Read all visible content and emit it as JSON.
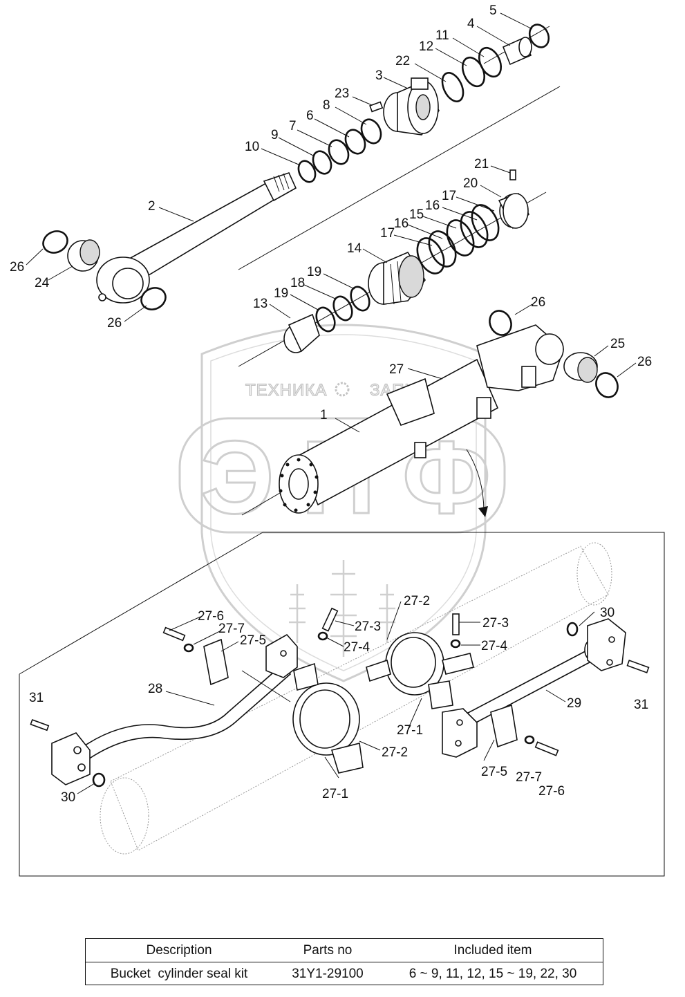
{
  "watermark": {
    "left_word": "ТЕХНИКА",
    "right_word": "ЗАПЧАСТИ",
    "logo_letters": "ЭПФ"
  },
  "labels": {
    "l5": "5",
    "l4": "4",
    "l11": "11",
    "l12": "12",
    "l22": "22",
    "l3": "3",
    "l23": "23",
    "l8": "8",
    "l6": "6",
    "l7": "7",
    "l9": "9",
    "l10": "10",
    "l2": "2",
    "l26a": "26",
    "l24": "24",
    "l26b": "26",
    "l21": "21",
    "l20": "20",
    "l17a": "17",
    "l16a": "16",
    "l15": "15",
    "l16b": "16",
    "l17b": "17",
    "l14": "14",
    "l19a": "19",
    "l18": "18",
    "l19b": "19",
    "l13": "13",
    "l26c": "26",
    "l25": "25",
    "l26d": "26",
    "l27": "27",
    "l1": "1",
    "l27_2a": "27-2",
    "l30a": "30",
    "l27_6a": "27-6",
    "l27_7a": "27-7",
    "l27_5a": "27-5",
    "l27_3a": "27-3",
    "l27_4a": "27-4",
    "l27_3b": "27-3",
    "l27_4b": "27-4",
    "l31a": "31",
    "l28": "28",
    "l29": "29",
    "l31b": "31",
    "l27_1a": "27-1",
    "l27_2b": "27-2",
    "l27_1b": "27-1",
    "l30b": "30",
    "l27_5b": "27-5",
    "l27_7b": "27-7",
    "l27_6b": "27-6"
  },
  "table": {
    "headers": {
      "description": "Description",
      "parts_no": "Parts no",
      "included": "Included item"
    },
    "rows": [
      {
        "description": "Bucket  cylinder seal kit",
        "parts_no": "31Y1-29100",
        "included": "6 ~ 9, 11, 12, 15 ~ 19, 22, 30"
      }
    ]
  }
}
